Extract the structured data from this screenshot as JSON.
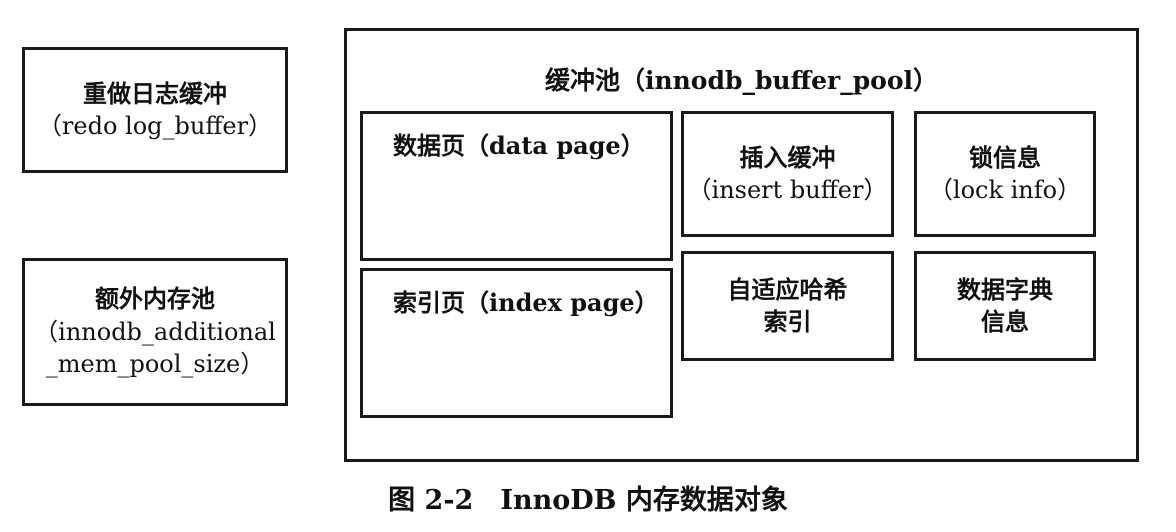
{
  "redo_log_buffer": {
    "name": "重做日志缓冲",
    "english": "（redo log_buffer）"
  },
  "additional_mem_pool": {
    "name": "额外内存池",
    "english_line1": "（innodb_additional",
    "english_line2": "_mem_pool_size）"
  },
  "buffer_pool": {
    "title": "缓冲池（innodb_buffer_pool）",
    "data_page": "数据页（data page）",
    "index_page": "索引页（index page）",
    "insert_buffer": {
      "name": "插入缓冲",
      "english": "（insert buffer）"
    },
    "lock_info": {
      "name": "锁信息",
      "english": "（lock info）"
    },
    "adaptive_hash_index": {
      "line1": "自适应哈希",
      "line2": "索引"
    },
    "data_dictionary": {
      "line1": "数据字典",
      "line2": "信息"
    }
  },
  "caption": "图 2-2　InnoDB 内存数据对象"
}
